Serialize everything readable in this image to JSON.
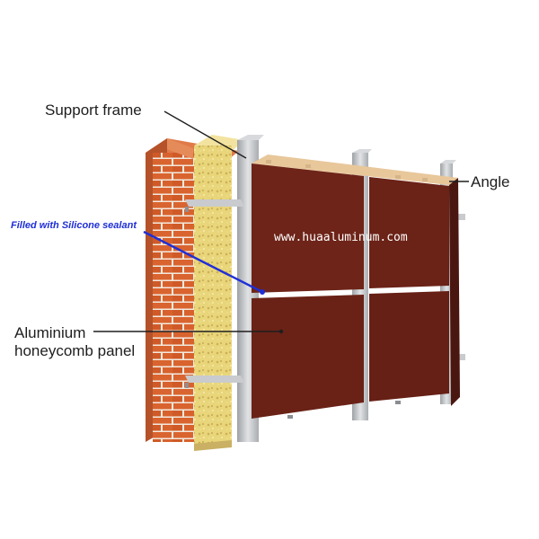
{
  "labels": {
    "support_frame": "Support frame",
    "angle": "Angle",
    "silicone_sealant": "Filled with Silicone sealant",
    "panel_line1": "Aluminium",
    "panel_line2": "honeycomb panel"
  },
  "watermark": "www.huaaluminum.com",
  "colors": {
    "brick": "#d9642f",
    "mortar": "#f3e9de",
    "insulation": "#e9d57a",
    "frame": "#c4c6c9",
    "panel": "#6e2418",
    "sealant_line": "#1f2fd6",
    "leader_line": "#1e1e1e"
  }
}
